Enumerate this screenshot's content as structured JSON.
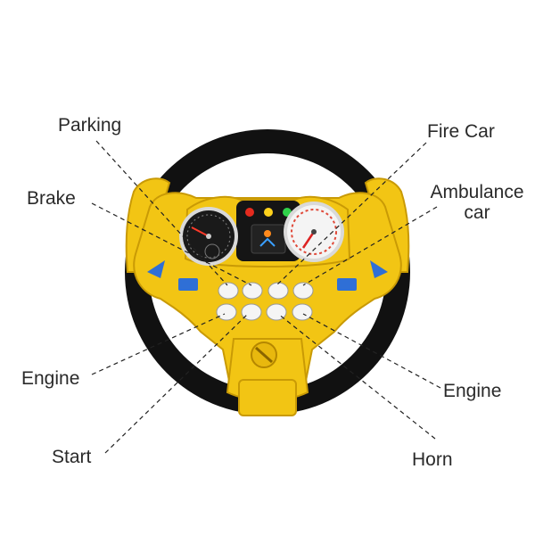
{
  "colors": {
    "rim": "#111111",
    "body": "#f2c514",
    "body_shade": "#c99a05",
    "gauge_face": "#1a1a1a",
    "leader_line": "#222222",
    "button": "#f5f5f5",
    "vent": "#2f6fd6",
    "light_red": "#e52b1e",
    "light_yellow": "#ffd21c",
    "light_green": "#2fd24a"
  },
  "labels": {
    "parking": "Parking",
    "brake": "Brake",
    "engine_left": "Engine",
    "start": "Start",
    "fire_car": "Fire Car",
    "ambulance_line1": "Ambulance",
    "ambulance_line2": "car",
    "engine_right": "Engine",
    "horn": "Horn"
  }
}
